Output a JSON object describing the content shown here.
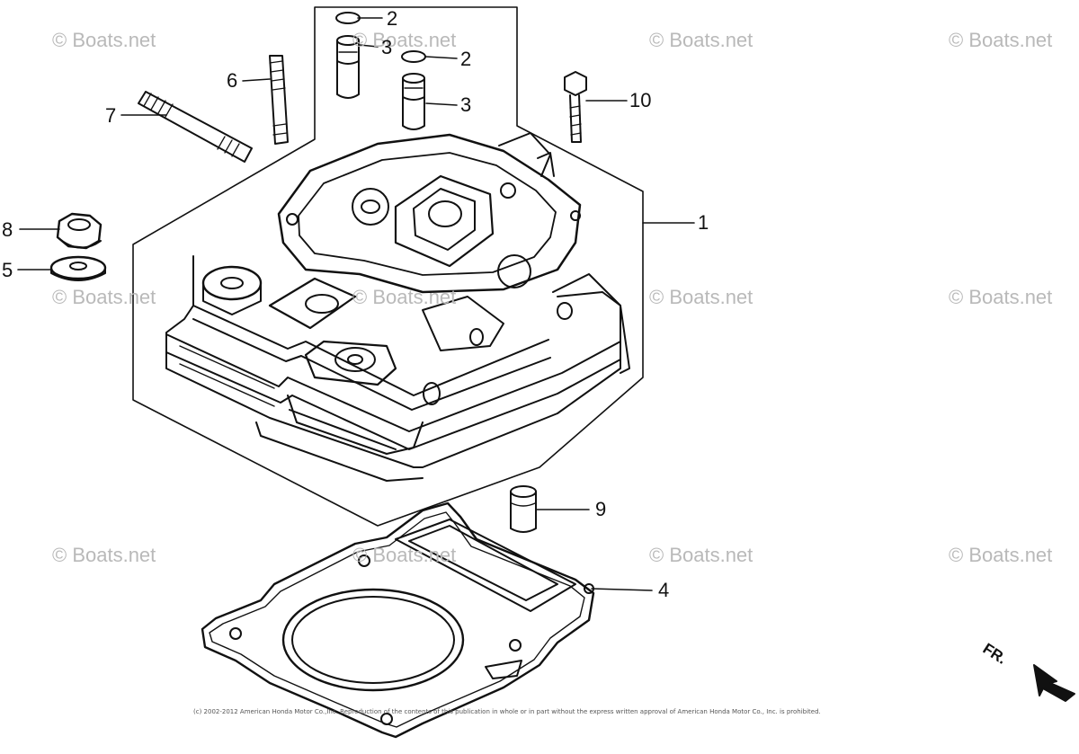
{
  "diagram": {
    "callouts": [
      {
        "id": "c1",
        "label": "1"
      },
      {
        "id": "c2a",
        "label": "2"
      },
      {
        "id": "c2b",
        "label": "2"
      },
      {
        "id": "c3a",
        "label": "3"
      },
      {
        "id": "c3b",
        "label": "3"
      },
      {
        "id": "c4",
        "label": "4"
      },
      {
        "id": "c5",
        "label": "5"
      },
      {
        "id": "c6",
        "label": "6"
      },
      {
        "id": "c7",
        "label": "7"
      },
      {
        "id": "c8",
        "label": "8"
      },
      {
        "id": "c9",
        "label": "9"
      },
      {
        "id": "c10",
        "label": "10"
      }
    ],
    "direction_label": "FR.",
    "watermark_text": "© Boats.net",
    "footer": "(c) 2002-2012 American Honda Motor Co.,Inc. Reproduction of the contents of this publication in whole or in part without the express written approval of American Honda Motor Co., Inc. is prohibited."
  },
  "colors": {
    "line": "#111111",
    "watermark": "#b9b9b9",
    "background": "#ffffff"
  }
}
